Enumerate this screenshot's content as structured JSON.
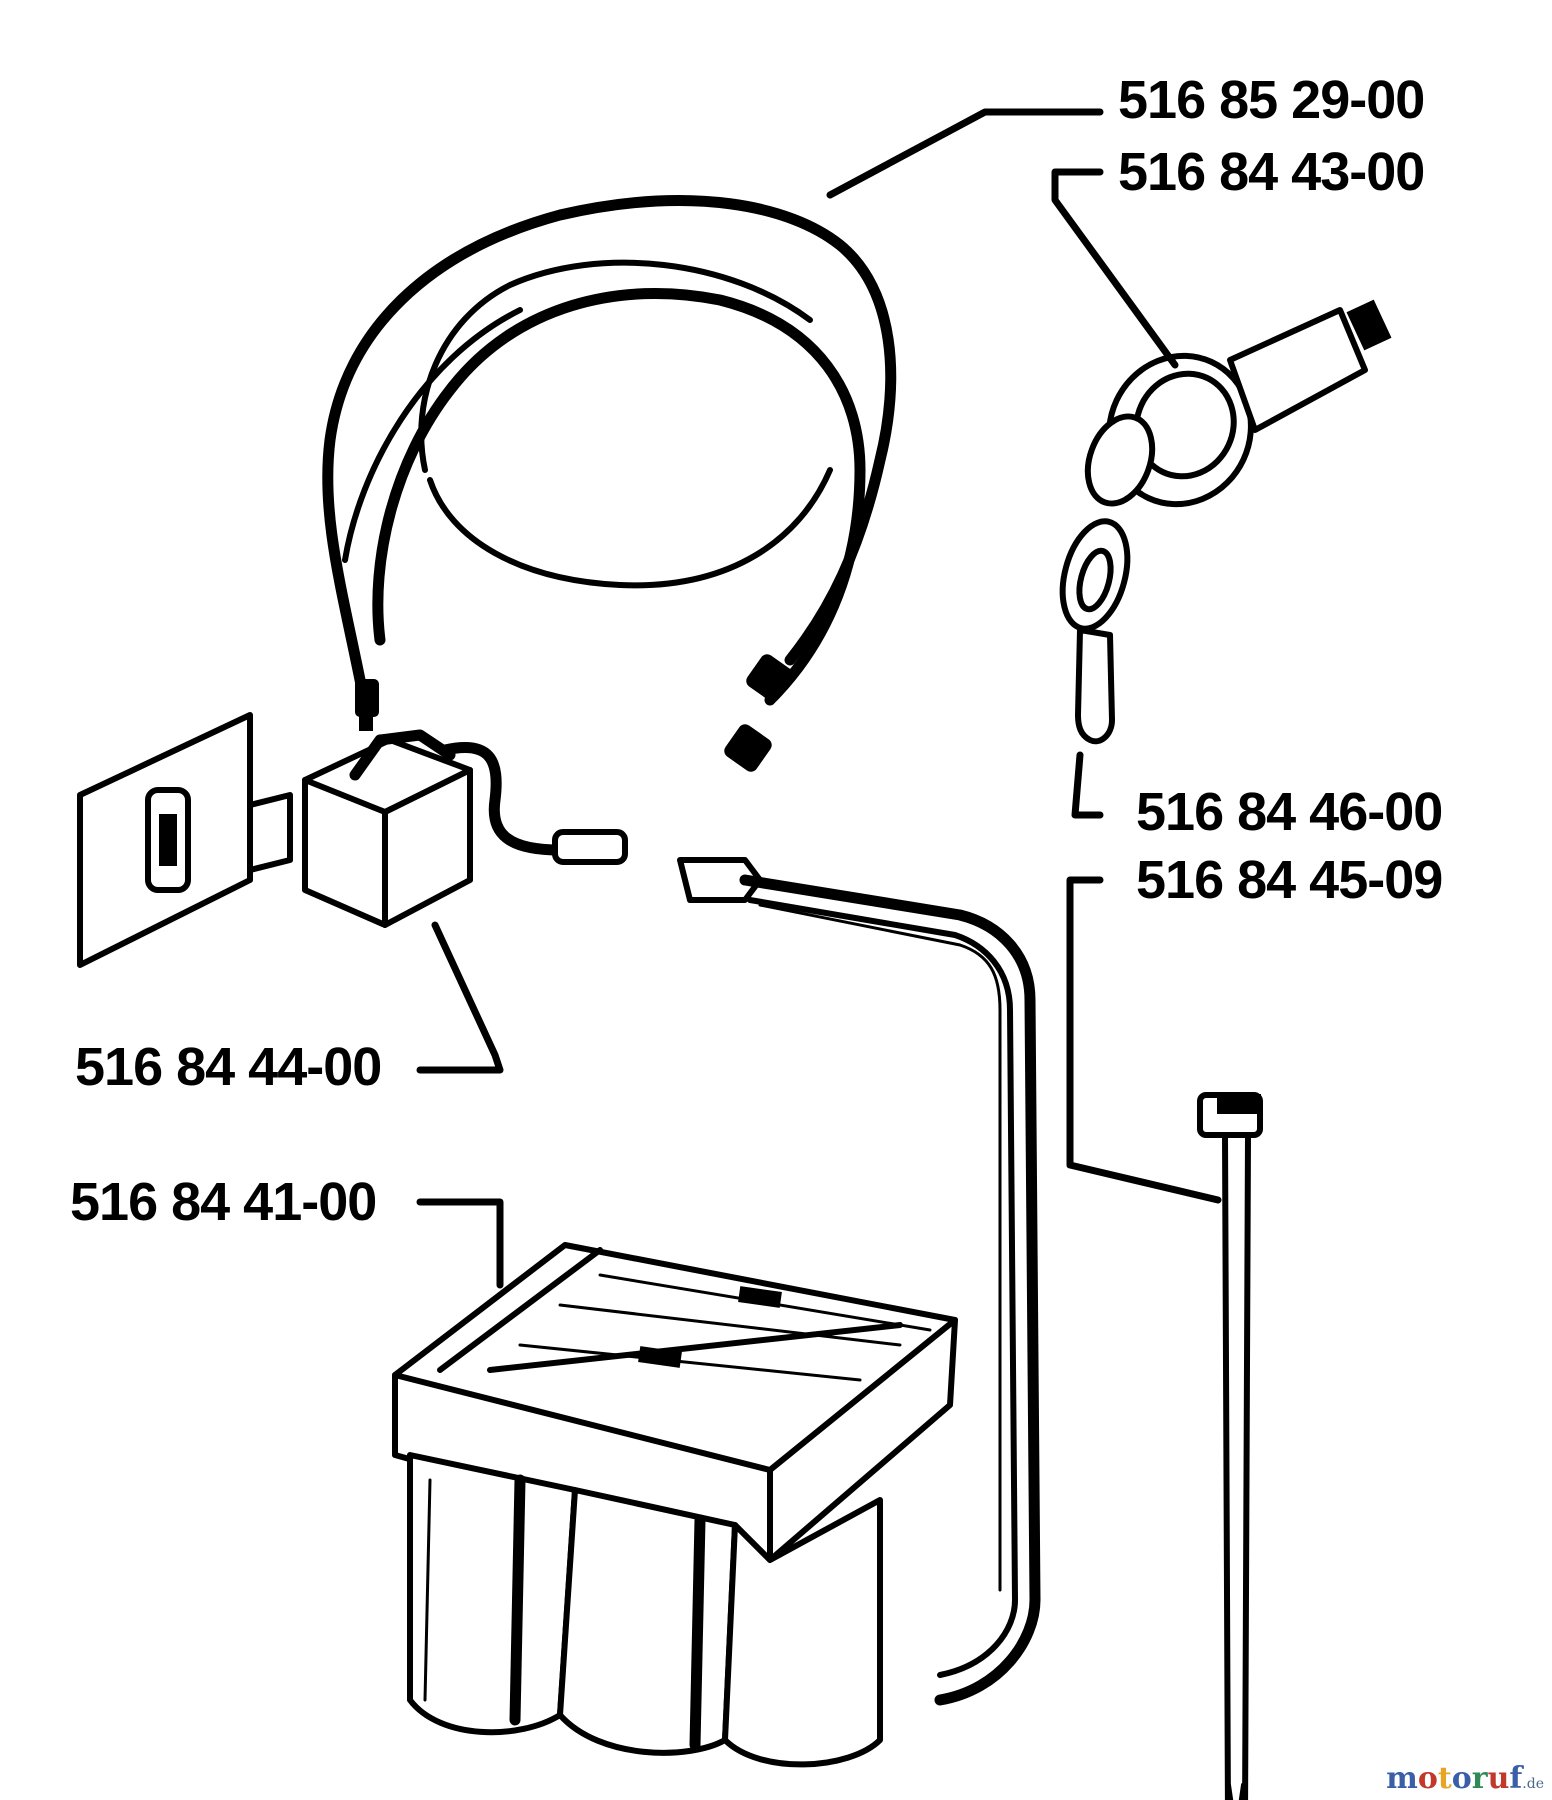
{
  "parts": {
    "wiring_harness": "516 85 29-00",
    "ignition_switch": "516 84 43-00",
    "key": "516 84 46-00",
    "screw": "516 84 45-09",
    "solenoid_relay": "516 84 44-00",
    "battery": "516 84 41-00"
  },
  "watermark": {
    "letters": [
      "m",
      "o",
      "t",
      "o",
      "r",
      "u",
      "f"
    ],
    "colors": [
      "#3a5fa8",
      "#c0392b",
      "#e6a623",
      "#3a5fa8",
      "#2e8b57",
      "#c0392b",
      "#3a5fa8"
    ],
    "suffix": ".de"
  }
}
